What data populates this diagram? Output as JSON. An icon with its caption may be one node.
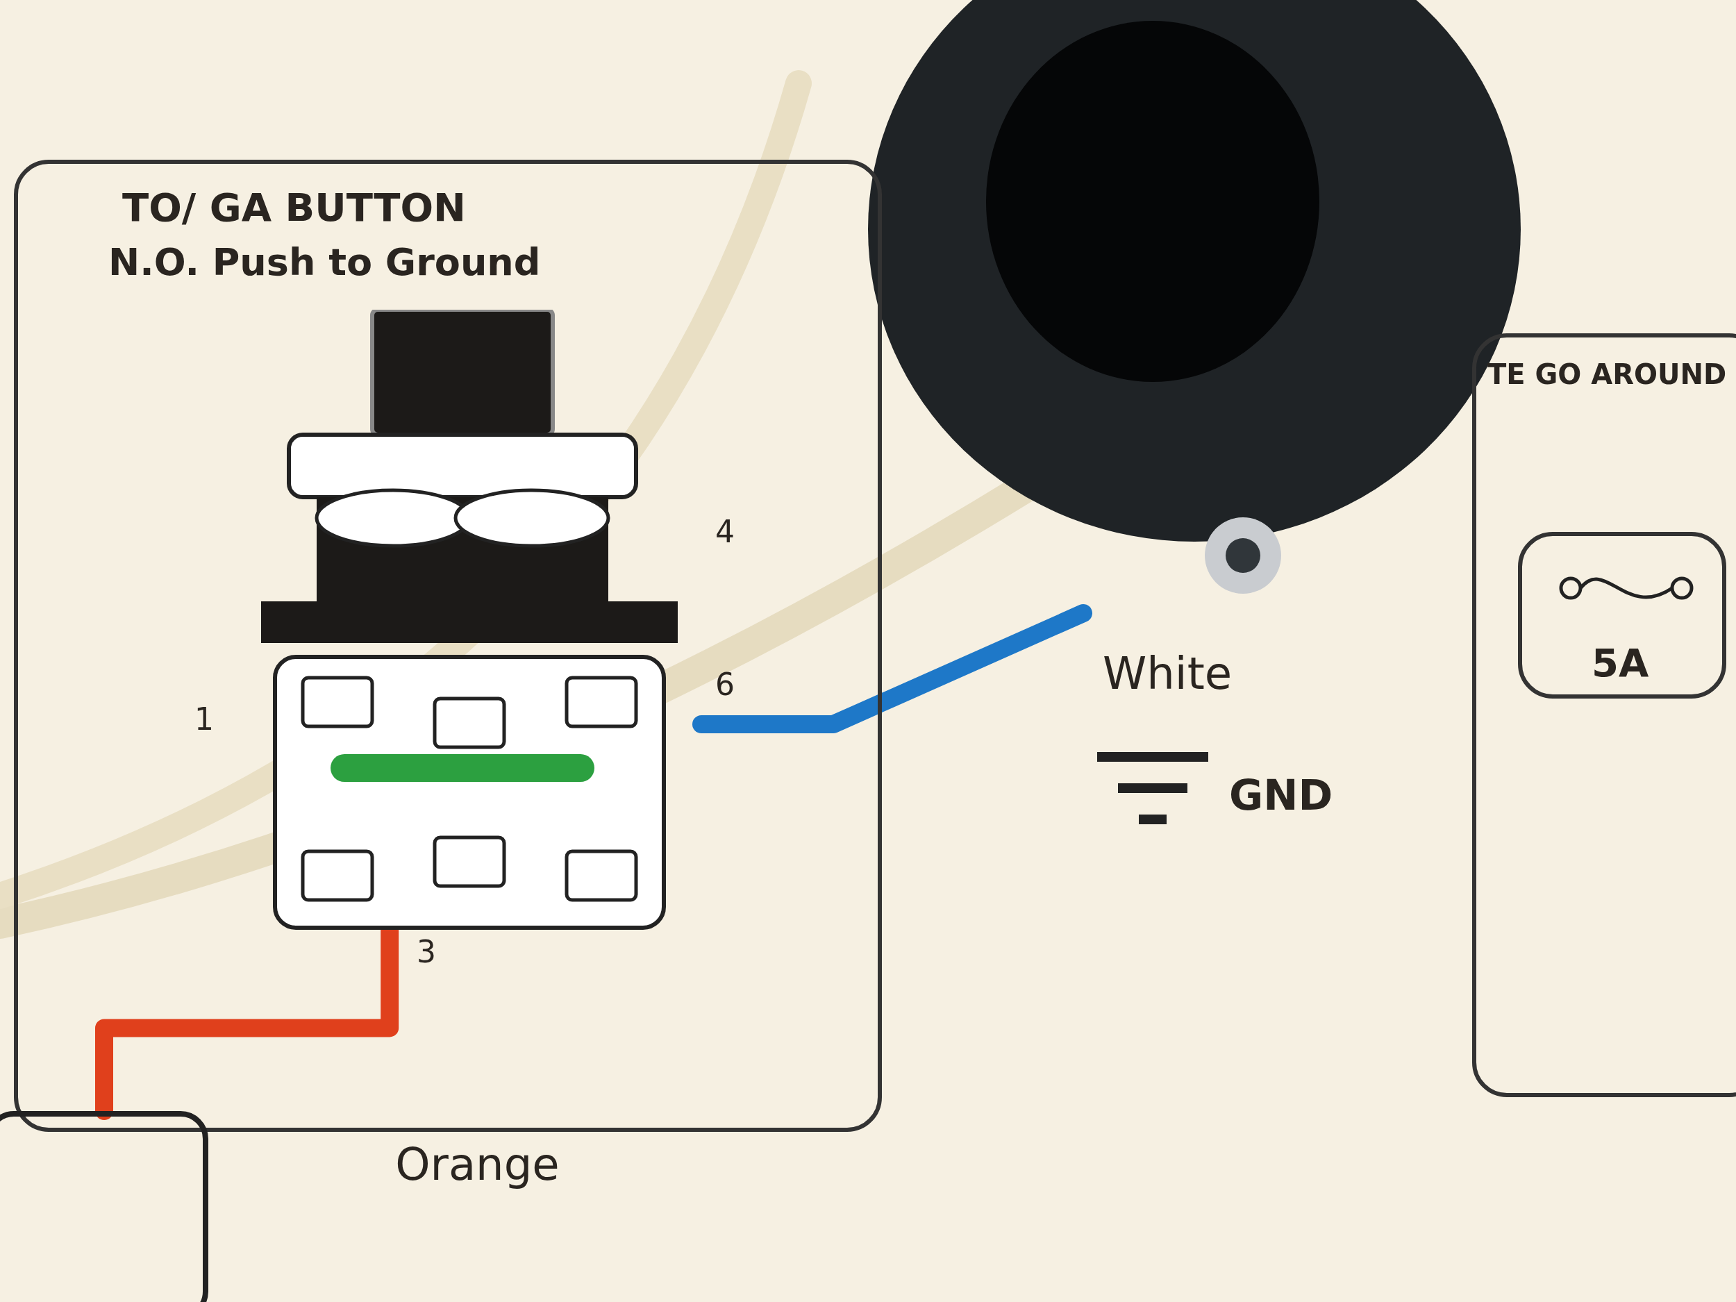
{
  "diagram": {
    "nodes": [
      {
        "text": [
          "TO/ GA BUTTON",
          "N.O. Push to Ground"
        ]
      },
      {
        "text": [],
        "shape": "picture",
        "in": 0
      },
      {
        "text": [],
        "shape": "box"
      },
      {
        "text": [
          "TE GO AROUND"
        ]
      },
      {
        "text": [
          "5A"
        ],
        "in": 3
      }
    ],
    "edges": [
      {
        "from": 1,
        "to": 2,
        "arrow": "none",
        "label": "Orange",
        "color": "#e0401c"
      },
      {
        "from": 1,
        "to": null,
        "arrow": "none",
        "label": "White",
        "color": "#1e78c8"
      }
    ],
    "labels": [
      "1",
      "4",
      "6",
      "3",
      "GND"
    ]
  }
}
